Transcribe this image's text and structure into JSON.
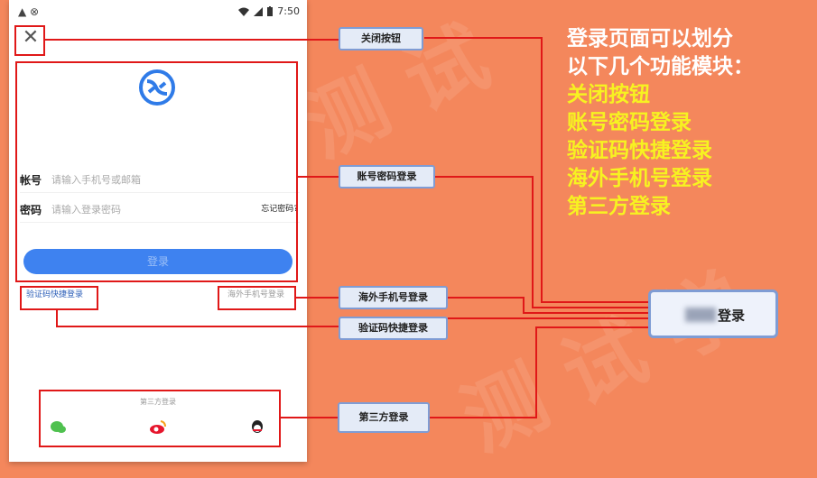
{
  "status_bar": {
    "time": "7:50",
    "left_icons": "▲ ⊗"
  },
  "page": {
    "close_glyph": "✕",
    "account_label": "帐号",
    "account_placeholder": "请输入手机号或邮箱",
    "password_label": "密码",
    "password_placeholder": "请输入登录密码",
    "forgot_password": "忘记密码?",
    "login_button": "登录",
    "sms_login_link": "验证码快捷登录",
    "overseas_link": "海外手机号登录",
    "third_party_title": "第三方登录"
  },
  "callouts": {
    "close": "关闭按钮",
    "account": "账号密码登录",
    "overseas": "海外手机号登录",
    "sms": "验证码快捷登录",
    "third": "第三方登录",
    "login_center": "登录"
  },
  "notes": {
    "title": [
      "登录页面可以划分",
      "以下几个功能模块："
    ],
    "items": [
      "关闭按钮",
      "账号密码登录",
      "验证码快捷登录",
      "海外手机号登录",
      "第三方登录"
    ]
  },
  "colors": {
    "background": "#f4875c",
    "accent_red": "#e01818",
    "primary_blue": "#3e82f0",
    "note_yellow": "#f7f221"
  },
  "icons": [
    "close-icon",
    "app-logo-icon",
    "wechat-icon",
    "weibo-icon",
    "qq-icon",
    "wifi-icon",
    "signal-icon",
    "battery-icon"
  ]
}
